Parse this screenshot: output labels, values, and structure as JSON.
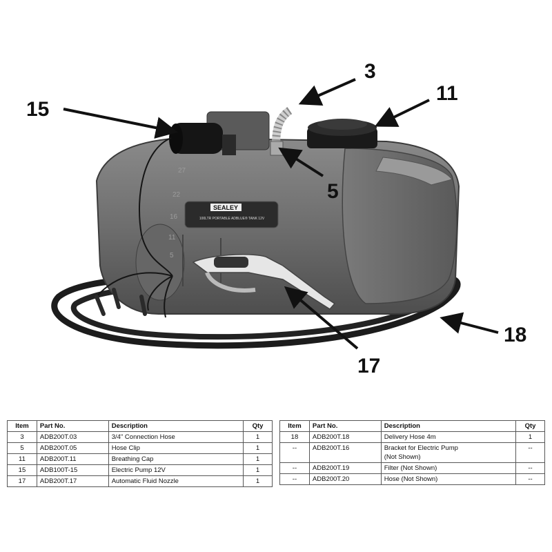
{
  "callouts": {
    "c3": "3",
    "c11": "11",
    "c15": "15",
    "c5": "5",
    "c18": "18",
    "c17": "17"
  },
  "tank": {
    "brand": "SEALEY",
    "product_line": "100LTR PORTABLE ADBLUE® TANK 12V",
    "scale_marks": [
      "27",
      "22",
      "16",
      "11",
      "5"
    ]
  },
  "table_headers": {
    "item": "Item",
    "part_no": "Part No.",
    "description": "Description",
    "qty": "Qty"
  },
  "parts_left": [
    {
      "item": "3",
      "part_no": "ADB200T.03",
      "description": "3/4\" Connection Hose",
      "qty": "1"
    },
    {
      "item": "5",
      "part_no": "ADB200T.05",
      "description": "Hose Clip",
      "qty": "1"
    },
    {
      "item": "11",
      "part_no": "ADB200T.11",
      "description": "Breathing Cap",
      "qty": "1"
    },
    {
      "item": "15",
      "part_no": "ADB100T-15",
      "description": "Electric Pump 12V",
      "qty": "1"
    },
    {
      "item": "17",
      "part_no": "ADB200T.17",
      "description": "Automatic Fluid Nozzle",
      "qty": "1"
    }
  ],
  "parts_right": [
    {
      "item": "18",
      "part_no": "ADB200T.18",
      "description": "Delivery Hose 4m",
      "qty": "1"
    },
    {
      "item": "--",
      "part_no": "ADB200T.16",
      "description": "Bracket for Electric Pump",
      "description2": "(Not Shown)",
      "qty": "--"
    },
    {
      "item": "--",
      "part_no": "ADB200T.19",
      "description": "Filter (Not Shown)",
      "qty": "--"
    },
    {
      "item": "--",
      "part_no": "ADB200T.20",
      "description": "Hose (Not Shown)",
      "qty": "--"
    }
  ]
}
